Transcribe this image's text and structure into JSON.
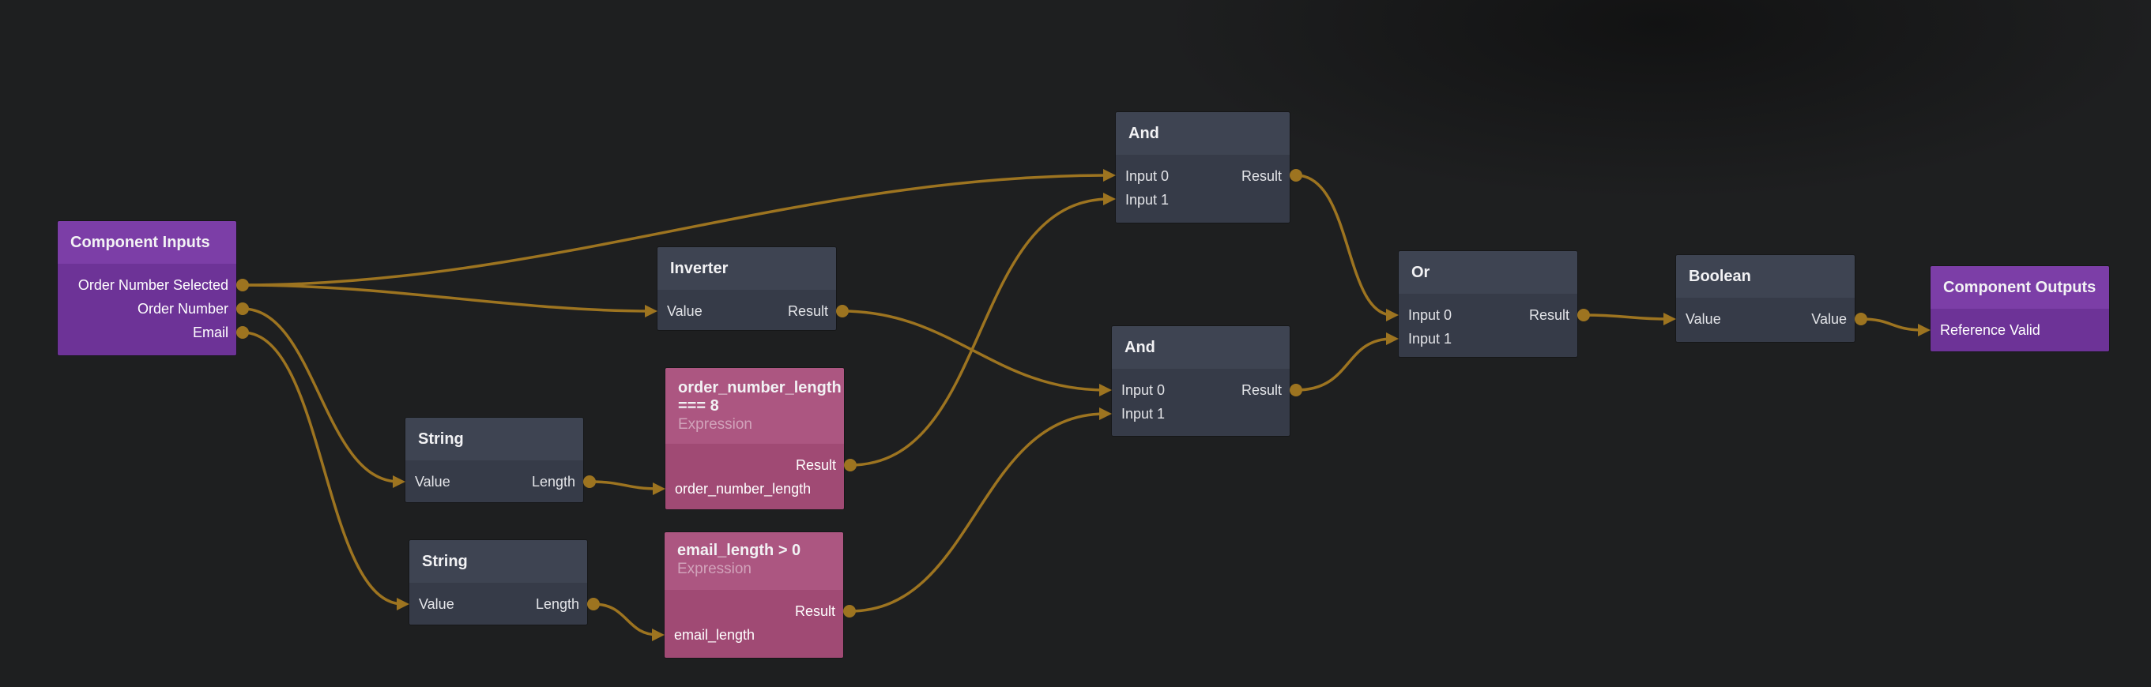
{
  "app": {
    "view": "visual-node-graph-editor"
  },
  "canvas": {
    "background": "#1e1f20",
    "wire_color": "#9d7420",
    "node_slate_header": "#3e4452",
    "node_slate_body": "#363b48",
    "node_purple_header": "#7c3ea7",
    "node_purple_body": "#6d3397",
    "node_pink_header": "#ac5681",
    "node_pink_body": "#a04a74"
  },
  "nodes": [
    {
      "title": "Component Inputs",
      "theme": "purple",
      "inputs": [],
      "outputs": [
        "Order Number Selected",
        "Order Number",
        "Email"
      ]
    },
    {
      "title": "Inverter",
      "theme": "slate",
      "inputs": [
        "Value"
      ],
      "outputs": [
        "Result"
      ]
    },
    {
      "title": "String",
      "theme": "slate",
      "inputs": [
        "Value"
      ],
      "outputs": [
        "Length"
      ]
    },
    {
      "title": "String",
      "theme": "slate",
      "inputs": [
        "Value"
      ],
      "outputs": [
        "Length"
      ]
    },
    {
      "title": "order_number_length === 8",
      "subtitle": "Expression",
      "theme": "pink",
      "inputs": [
        "order_number_length"
      ],
      "outputs": [
        "Result"
      ]
    },
    {
      "title": "email_length > 0",
      "subtitle": "Expression",
      "theme": "pink",
      "inputs": [
        "email_length"
      ],
      "outputs": [
        "Result"
      ]
    },
    {
      "title": "And",
      "theme": "slate",
      "inputs": [
        "Input 0",
        "Input 1"
      ],
      "outputs": [
        "Result"
      ]
    },
    {
      "title": "And",
      "theme": "slate",
      "inputs": [
        "Input 0",
        "Input 1"
      ],
      "outputs": [
        "Result"
      ]
    },
    {
      "title": "Or",
      "theme": "slate",
      "inputs": [
        "Input 0",
        "Input 1"
      ],
      "outputs": [
        "Result"
      ]
    },
    {
      "title": "Boolean",
      "theme": "slate",
      "inputs": [
        "Value"
      ],
      "outputs": [
        "Value"
      ]
    },
    {
      "title": "Component Outputs",
      "theme": "purple",
      "inputs": [
        "Reference Valid"
      ],
      "outputs": []
    }
  ],
  "connections": [
    {
      "from": "Component Inputs",
      "fromPort": "Order Number Selected",
      "to": "And (top)",
      "toPort": "Input 0"
    },
    {
      "from": "Component Inputs",
      "fromPort": "Order Number Selected",
      "to": "Inverter",
      "toPort": "Value"
    },
    {
      "from": "Component Inputs",
      "fromPort": "Order Number",
      "to": "String (top)",
      "toPort": "Value"
    },
    {
      "from": "Component Inputs",
      "fromPort": "Email",
      "to": "String (bottom)",
      "toPort": "Value"
    },
    {
      "from": "String (top)",
      "fromPort": "Length",
      "to": "order_number_length === 8",
      "toPort": "order_number_length"
    },
    {
      "from": "String (bottom)",
      "fromPort": "Length",
      "to": "email_length > 0",
      "toPort": "email_length"
    },
    {
      "from": "Inverter",
      "fromPort": "Result",
      "to": "And (bottom)",
      "toPort": "Input 0"
    },
    {
      "from": "order_number_length === 8",
      "fromPort": "Result",
      "to": "And (top)",
      "toPort": "Input 1"
    },
    {
      "from": "email_length > 0",
      "fromPort": "Result",
      "to": "And (bottom)",
      "toPort": "Input 1"
    },
    {
      "from": "And (top)",
      "fromPort": "Result",
      "to": "Or",
      "toPort": "Input 0"
    },
    {
      "from": "And (bottom)",
      "fromPort": "Result",
      "to": "Or",
      "toPort": "Input 1"
    },
    {
      "from": "Or",
      "fromPort": "Result",
      "to": "Boolean",
      "toPort": "Value"
    },
    {
      "from": "Boolean",
      "fromPort": "Value",
      "to": "Component Outputs",
      "toPort": "Reference Valid"
    }
  ]
}
